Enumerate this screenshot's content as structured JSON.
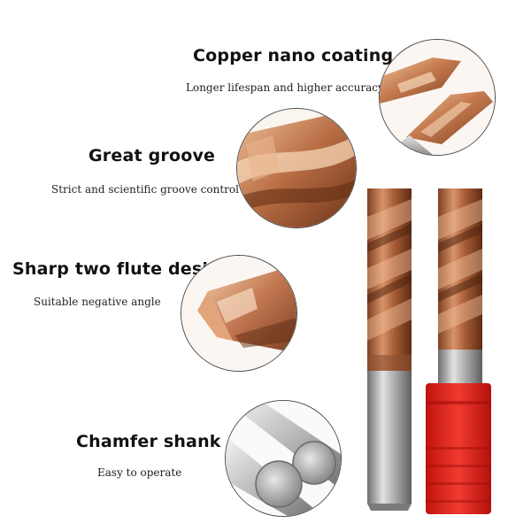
{
  "features": [
    {
      "title": "Copper nano coating",
      "subtitle": "Longer lifespan and higher accuracy",
      "image": "coated-end-mill-tips-closeup"
    },
    {
      "title": "Great groove",
      "subtitle": "Strict and scientific groove control",
      "image": "flute-groove-closeup"
    },
    {
      "title": "Sharp two flute design",
      "subtitle": "Suitable negative angle",
      "image": "cutting-edge-tip-closeup"
    },
    {
      "title": "Chamfer shank",
      "subtitle": "Easy to operate",
      "image": "chamfered-shank-ends-closeup"
    }
  ],
  "product": {
    "image": "two-flute-copper-coated-end-mills",
    "cap_color": "#e8231f",
    "coating_color": "#c07448",
    "shank_color": "#9a9a9a"
  }
}
